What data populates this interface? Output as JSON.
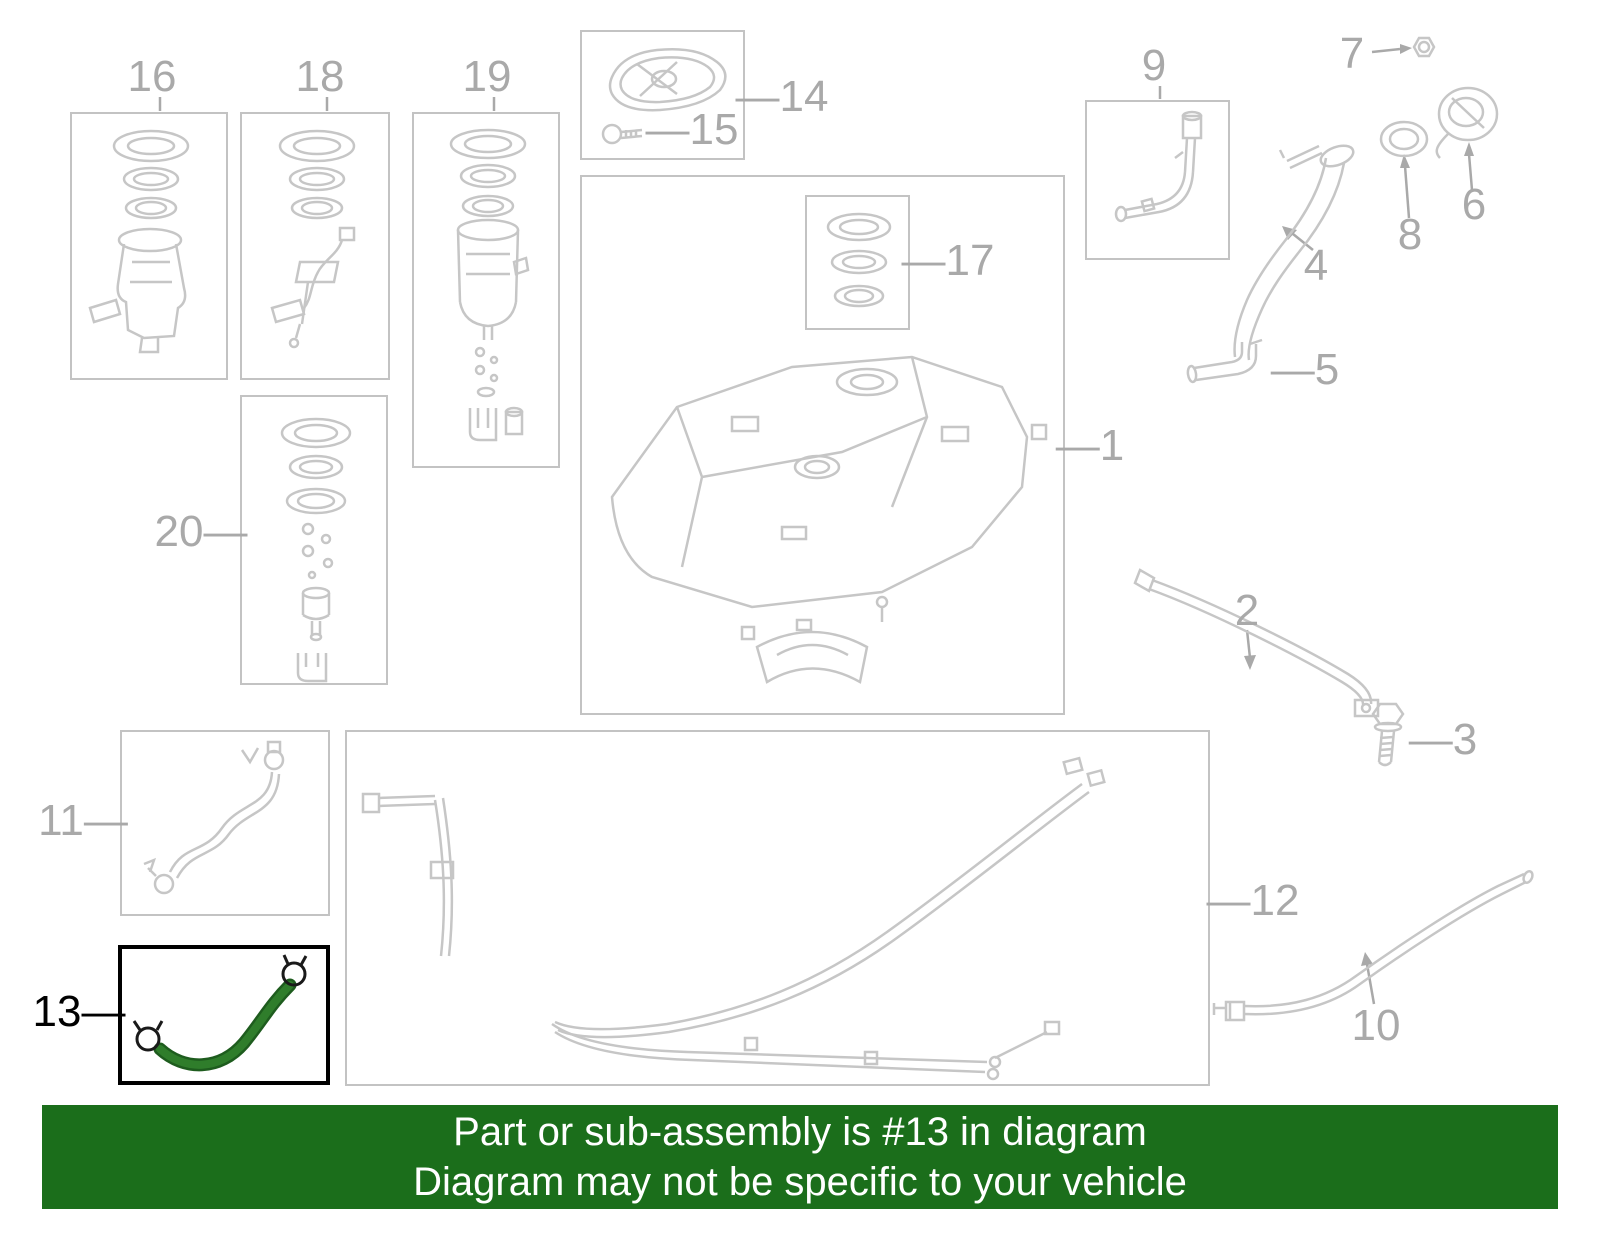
{
  "banner": {
    "line1": "Part or sub-assembly is #13 in diagram",
    "line2": "Diagram may not be specific to your vehicle",
    "background_color": "#1b6e1b",
    "text_color": "#ffffff"
  },
  "highlight": {
    "part_number": "13",
    "hose_color": "#2f7d2b",
    "box_border_color": "#000000"
  },
  "diagram": {
    "line_color": "#c6c6c6",
    "callout_color": "#a9a9a9"
  },
  "callouts": {
    "c1": {
      "label": "—1"
    },
    "c2": {
      "label": "2"
    },
    "c3": {
      "label": "—3"
    },
    "c4": {
      "label": "4"
    },
    "c5": {
      "label": "—5"
    },
    "c6": {
      "label": "6"
    },
    "c7": {
      "label": "7"
    },
    "c8": {
      "label": "8"
    },
    "c9": {
      "label": "9"
    },
    "c10": {
      "label": "10"
    },
    "c11": {
      "label": "11—"
    },
    "c12": {
      "label": "—12"
    },
    "c13": {
      "label": "13—"
    },
    "c14": {
      "label": "—14"
    },
    "c15": {
      "label": "—15"
    },
    "c16": {
      "label": "16"
    },
    "c17": {
      "label": "—17"
    },
    "c18": {
      "label": "18"
    },
    "c19": {
      "label": "19"
    },
    "c20": {
      "label": "20—"
    }
  }
}
